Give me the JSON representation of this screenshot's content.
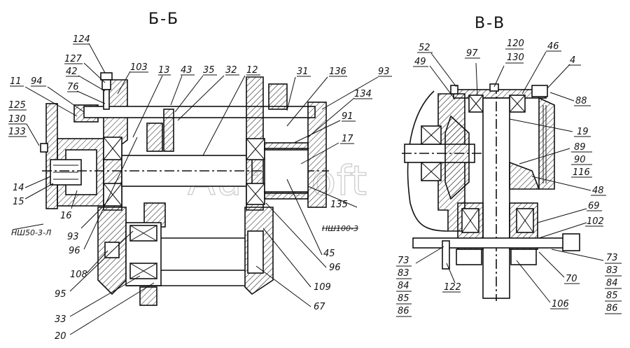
{
  "titles": {
    "left": "Б-Б",
    "right": "В-В"
  },
  "watermark": "AutoSoft",
  "left_labels": {
    "l124": "124",
    "l127": "127",
    "l42": "42",
    "l76": "76",
    "l103": "103",
    "l13": "13",
    "l43": "43",
    "l35": "35",
    "l32": "32",
    "l12": "12",
    "l31": "31",
    "l136": "136",
    "l93top": "93",
    "l134": "134",
    "l91": "91",
    "l17": "17",
    "l11": "11",
    "l94": "94",
    "l125": "125",
    "l130": "130",
    "l133": "133",
    "l14": "14",
    "l15": "15",
    "l16": "16",
    "l93": "93",
    "l96left": "96",
    "l108": "108",
    "l95": "95",
    "l33": "33",
    "l20": "20",
    "l135": "135",
    "l45": "45",
    "l96right": "96",
    "l109": "109",
    "l67": "67",
    "nsh50": "НШ50-3-Л",
    "nsh100": "НШ100-3"
  },
  "right_labels": {
    "l52": "52",
    "l49": "49",
    "l97": "97",
    "l120": "120",
    "l130": "130",
    "l46": "46",
    "l4": "4",
    "l88": "88",
    "l19": "19",
    "l89": "89",
    "l90": "90",
    "l116": "116",
    "l48": "48",
    "l69": "69",
    "l102": "102",
    "l70": "70",
    "l106": "106",
    "l122": "122",
    "stack_left": [
      "73",
      "83",
      "84",
      "85",
      "86"
    ],
    "stack_right": [
      "73",
      "83",
      "84",
      "85",
      "86"
    ]
  }
}
